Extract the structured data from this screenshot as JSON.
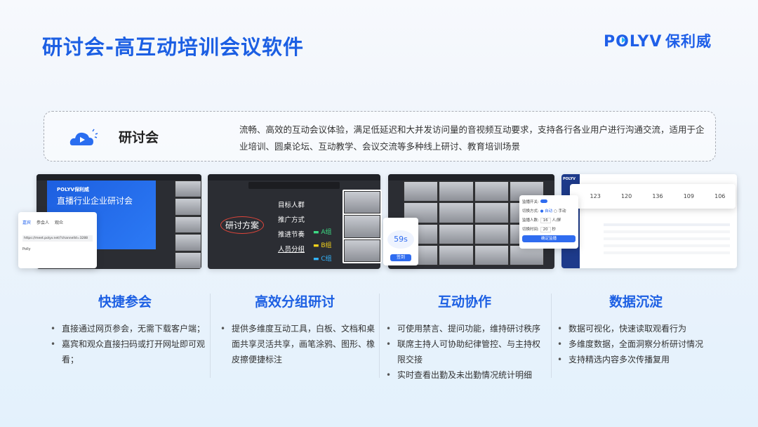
{
  "header": {
    "title": "研讨会-高互动培训会议软件",
    "logo_text": "POLYV保利威",
    "brand_color": "#1c5fe3"
  },
  "intro": {
    "icon": "cloud-play-icon",
    "name": "研讨会",
    "description": "流畅、高效的互动会议体验，满足低延迟和大并发访问量的音视频互动要求，支持各行各业用户进行沟通交流，适用于企业培训、圆桌论坛、互动教学、会议交流等多种线上研讨、教育培训场景"
  },
  "screens": {
    "s1": {
      "slide_logo": "POLYV保利威",
      "slide_title": "直播行业企业研讨会",
      "dialog_tabs": [
        "嘉宾",
        "参会人",
        "观众"
      ],
      "dialog_url": "https://meet.polyv.net/?channelId=3288",
      "dialog_name": "Polly"
    },
    "s2": {
      "mind_center": "研讨方案",
      "branches": [
        "目标人群",
        "推广方式",
        "推进节奏",
        "人员分组"
      ],
      "groups": [
        "A组",
        "B组",
        "C组"
      ],
      "timer": "59s",
      "timer_button": "签到"
    },
    "s3": {
      "switch_label": "监播开关:",
      "mode_label": "切换方式:",
      "mode_auto": "自动",
      "mode_manual": "手动",
      "count_label": "监播人数:",
      "count_value": "16",
      "count_unit": "人/屏",
      "time_label": "切换时间:",
      "time_value": "20",
      "time_unit": "秒",
      "confirm": "确定监播"
    },
    "s4": {
      "brand": "POLYV",
      "stats": [
        "123",
        "120",
        "136",
        "109",
        "106"
      ]
    }
  },
  "features": [
    {
      "title": "快捷参会",
      "items": [
        "直接通过网页参会，无需下载客户端；",
        "嘉宾和观众直接扫码或打开网址即可观看；"
      ]
    },
    {
      "title": "高效分组研讨",
      "items": [
        "提供多维度互动工具，白板、文档和桌面共享灵活共享，画笔涂鸦、图形、橡皮擦便捷标注"
      ]
    },
    {
      "title": "互动协作",
      "items": [
        "可使用禁言、提问功能，维持研讨秩序",
        "联席主持人可协助纪律管控、与主持权限交接",
        "实时查看出勤及未出勤情况统计明细"
      ]
    },
    {
      "title": "数据沉淀",
      "items": [
        "数据可视化，快速读取观看行为",
        "多维度数据，全面洞察分析研讨情况",
        "支持精选内容多次传播复用"
      ]
    }
  ]
}
